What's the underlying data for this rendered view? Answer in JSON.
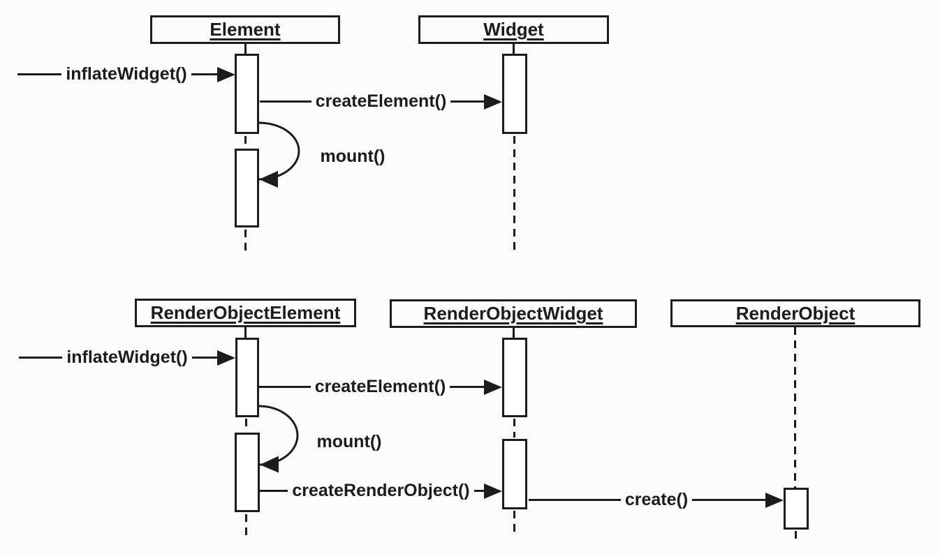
{
  "colors": {
    "line": "#1c1c1c",
    "background": "#fcfcfc",
    "activation_fill": "#ffffff"
  },
  "diagrams": [
    {
      "id": "element-widget",
      "actors": [
        {
          "name": "Element"
        },
        {
          "name": "Widget"
        }
      ],
      "messages": [
        {
          "text": "inflateWidget()",
          "kind": "incoming-call",
          "from": "external",
          "to": "Element"
        },
        {
          "text": "createElement()",
          "kind": "call",
          "from": "Element",
          "to": "Widget"
        },
        {
          "text": "mount()",
          "kind": "self-call",
          "from": "Element",
          "to": "Element"
        }
      ]
    },
    {
      "id": "render-object",
      "actors": [
        {
          "name": "RenderObjectElement"
        },
        {
          "name": "RenderObjectWidget"
        },
        {
          "name": "RenderObject"
        }
      ],
      "messages": [
        {
          "text": "inflateWidget()",
          "kind": "incoming-call",
          "from": "external",
          "to": "RenderObjectElement"
        },
        {
          "text": "createElement()",
          "kind": "call",
          "from": "RenderObjectElement",
          "to": "RenderObjectWidget"
        },
        {
          "text": "mount()",
          "kind": "self-call",
          "from": "RenderObjectElement",
          "to": "RenderObjectElement"
        },
        {
          "text": "createRenderObject()",
          "kind": "call",
          "from": "RenderObjectElement",
          "to": "RenderObjectWidget"
        },
        {
          "text": "create()",
          "kind": "call",
          "from": "RenderObjectWidget",
          "to": "RenderObject"
        }
      ]
    }
  ]
}
